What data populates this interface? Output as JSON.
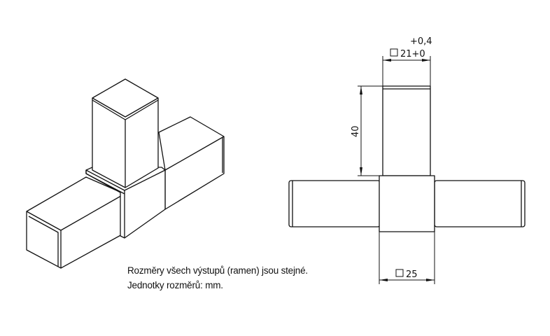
{
  "notes": {
    "line1": "Rozměry všech výstupů (ramen) jsou stejné.",
    "line2": "Jednotky rozměrů: mm."
  },
  "dimensions": {
    "arm_length": "40",
    "arm_size_nominal": "21+0",
    "arm_size_tolerance": "+0,4",
    "body_size": "25",
    "square_symbol": "square-icon"
  }
}
